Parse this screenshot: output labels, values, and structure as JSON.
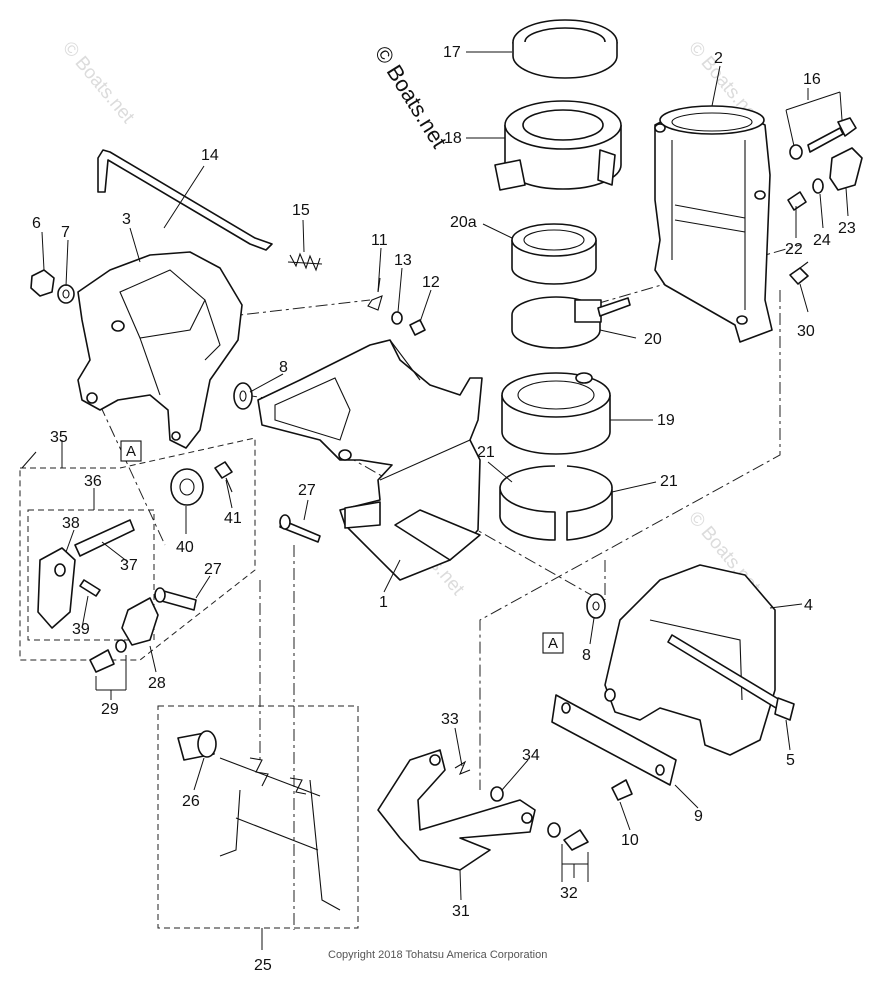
{
  "watermark_main": "© Boats.net",
  "watermarks": [
    "© Boats.net",
    "© Boats.net",
    "© Boats.net",
    "© Boats.net"
  ],
  "copyright": "Copyright 2018 Tohatsu America Corporation",
  "box_labels": [
    "A",
    "A"
  ],
  "callouts": {
    "c1": "1",
    "c2": "2",
    "c3": "3",
    "c4": "4",
    "c5": "5",
    "c6": "6",
    "c7": "7",
    "c8a": "8",
    "c8b": "8",
    "c9": "9",
    "c10": "10",
    "c11": "11",
    "c12": "12",
    "c13": "13",
    "c14": "14",
    "c15": "15",
    "c16": "16",
    "c17": "17",
    "c18": "18",
    "c19": "19",
    "c20": "20",
    "c20a": "20a",
    "c21a": "21",
    "c21b": "21",
    "c22": "22",
    "c23": "23",
    "c24": "24",
    "c25": "25",
    "c26": "26",
    "c27a": "27",
    "c27b": "27",
    "c28": "28",
    "c29": "29",
    "c30": "30",
    "c31": "31",
    "c32": "32",
    "c33": "33",
    "c34": "34",
    "c35": "35",
    "c36": "36",
    "c37": "37",
    "c38": "38",
    "c39": "39",
    "c40": "40",
    "c41": "41"
  }
}
